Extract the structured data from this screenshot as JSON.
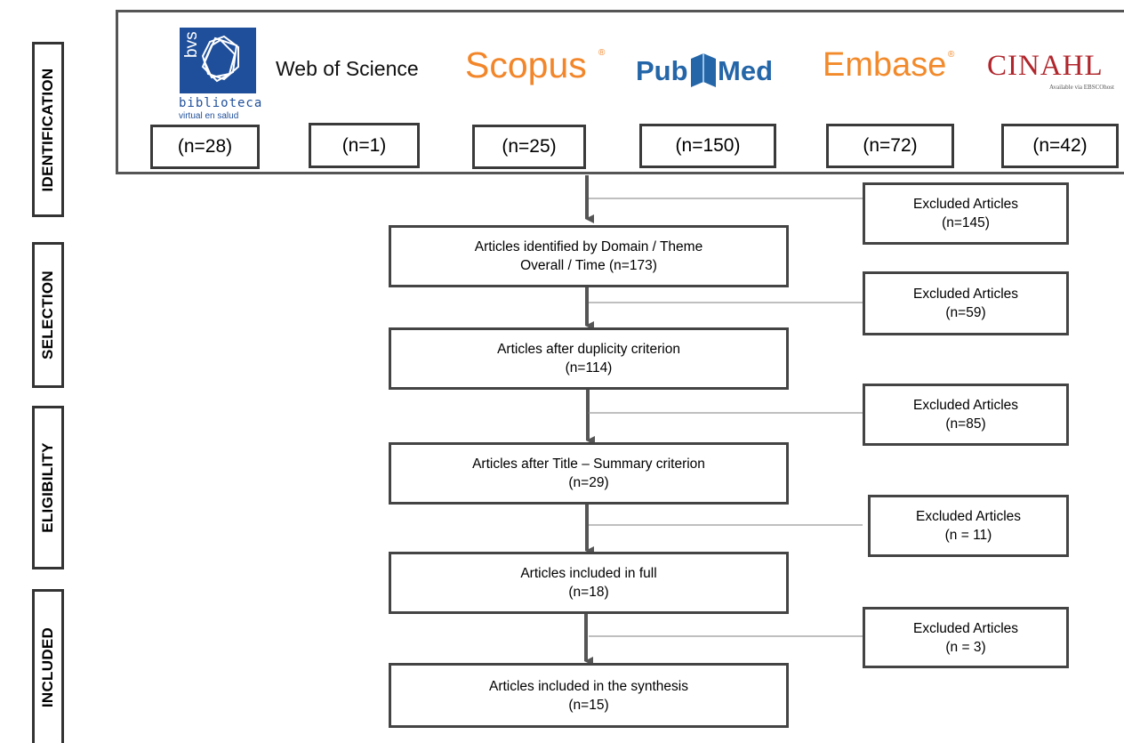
{
  "stages": [
    {
      "label": "IDENTIFICATION"
    },
    {
      "label": "SELECTION"
    },
    {
      "label": "ELIGIBILITY"
    },
    {
      "label": "INCLUDED"
    }
  ],
  "sources": [
    {
      "name": "bvs",
      "subtitle_1": "biblioteca",
      "subtitle_2": "virtual en salud",
      "count": "(n=28)"
    },
    {
      "name": "Web of Science",
      "count": "(n=1)"
    },
    {
      "name": "Scopus",
      "count": "(n=25)"
    },
    {
      "name_part1": "Pub",
      "name_part2": "Med",
      "count": "(n=150)"
    },
    {
      "name": "Embase",
      "count": "(n=72)"
    },
    {
      "name": "CINAHL",
      "subtitle": "Available via EBSCOhost",
      "count": "(n=42)"
    }
  ],
  "flow": [
    {
      "line1": "Articles identified by Domain / Theme",
      "line2": "Overall / Time (n=173)"
    },
    {
      "line1": "Articles after duplicity criterion",
      "line2": "(n=114)"
    },
    {
      "line1": "Articles after Title – Summary criterion",
      "line2": "(n=29)"
    },
    {
      "line1": "Articles included in full",
      "line2": "(n=18)"
    },
    {
      "line1": "Articles included in the synthesis",
      "line2": "(n=15)"
    }
  ],
  "excluded": [
    {
      "line1": "Excluded Articles",
      "line2": "(n=145)"
    },
    {
      "line1": "Excluded Articles",
      "line2": "(n=59)"
    },
    {
      "line1": "Excluded Articles",
      "line2": "(n=85)"
    },
    {
      "line1": "Excluded Articles",
      "line2": "(n = 11)"
    },
    {
      "line1": "Excluded Articles",
      "line2": "(n = 3)"
    }
  ],
  "colors": {
    "scopus": "#f2862a",
    "embase": "#f28a2b",
    "cinahl": "#b0262c",
    "pubmed": "#2466a8",
    "bvs": "#1f4f9a",
    "arrow": "#555555"
  }
}
